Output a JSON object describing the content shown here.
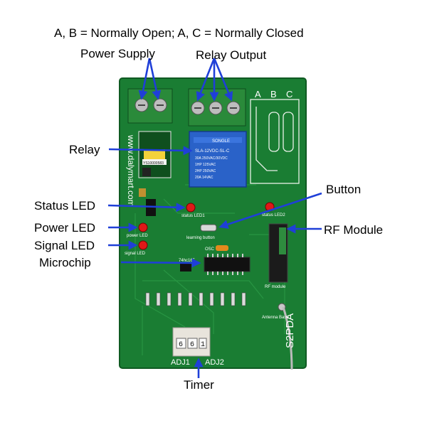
{
  "header": "A, B = Normally Open; A, C = Normally Closed",
  "labels": {
    "power_supply": "Power Supply",
    "relay_output": "Relay Output",
    "relay": "Relay",
    "status_led": "Status LED",
    "power_led": "Power LED",
    "signal_led": "Signal LED",
    "microchip": "Microchip",
    "button": "Button",
    "rf_module": "RF Module",
    "timer": "Timer"
  },
  "board": {
    "website": "www.dalymart.com",
    "model": "S2PDA",
    "abc": [
      "A",
      "B",
      "C"
    ],
    "relay_brand": "SONGLE",
    "relay_model": "SLA-12VDC-SL-C",
    "relay_rating_1": "30A 250VAC/30VDC",
    "relay_rating_2": "1HP 125VAC",
    "relay_rating_3": "2HP 250VAC",
    "relay_rating_4": "20A 14VAC",
    "power_module_code": "YS10000583",
    "silk_status1": "status LED1",
    "silk_status2": "status LED2",
    "silk_learning": "learning button",
    "silk_power": "power LED",
    "silk_signal": "signal LED",
    "silk_chip": "74hc165",
    "silk_rfmodule": "RF module",
    "silk_antenna": "Antenna Base",
    "silk_adj1": "ADJ1",
    "silk_adj2": "ADJ2",
    "silk_osc": "OSC",
    "switch_digits": [
      "6",
      "6",
      "1"
    ]
  },
  "colors": {
    "board": "#1a7d33",
    "arrow": "#1f3fd8",
    "terminal": "#2a8a3a",
    "relay": "#2a62c8"
  }
}
